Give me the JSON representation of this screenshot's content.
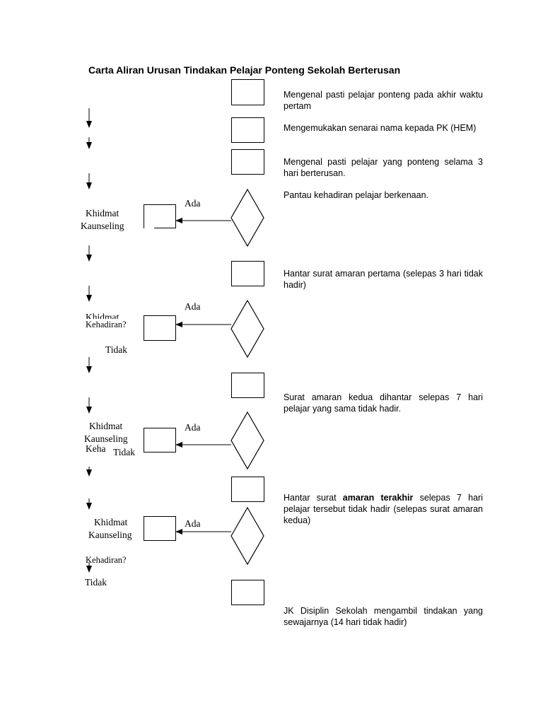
{
  "title": "Carta Aliran Urusan Tindakan Pelajar Ponteng Sekolah Berterusan",
  "steps": [
    "Mengenal pasti pelajar ponteng  pada akhir waktu pertam",
    "Mengemukakan senarai nama kepada PK (HEM)",
    "Mengenal pasti pelajar yang ponteng selama 3 hari berterusan.",
    "Pantau kehadiran pelajar berkenaan.",
    "Hantar surat amaran pertama (selepas 3 hari tidak hadir)",
    "Surat amaran kedua dihantar selepas 7 hari pelajar yang sama tidak hadir.",
    "JK Disiplin Sekolah mengambil tindakan yang sewajarnya (14 hari tidak hadir)"
  ],
  "step7": {
    "before": "Hantar surat ",
    "bold": "amaran terakhir",
    "after": " selepas 7 hari pelajar tersebut tidak hadir (selepas surat amaran kedua)"
  },
  "labels": {
    "ada": "Ada",
    "tidak": "Tidak",
    "khidmat": "Khidmat",
    "kaunseling": "Kaunseling",
    "khidmat_kaunseling": "Khidmat Kaunseling",
    "kehadiran": "Kehadiran?",
    "khidmat_cut": "Khidmat",
    "keha_cut": "Keha"
  },
  "icons": [
    "down-arrow-icon",
    "left-arrow-icon",
    "decision-diamond"
  ]
}
